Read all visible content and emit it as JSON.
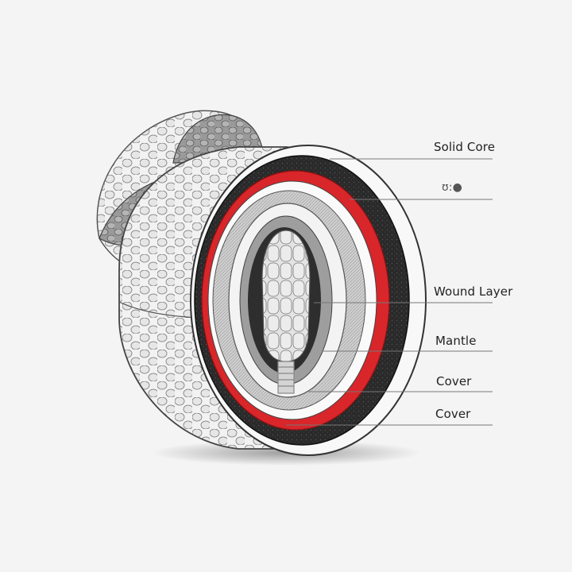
{
  "diagram": {
    "colors": {
      "background": "#f4f4f4",
      "red_layer": "#d8262a",
      "dark_layer": "#2a2a2a",
      "leader_line": "#777777"
    },
    "labels": [
      {
        "id": "solid-core",
        "text": "Solid Core"
      },
      {
        "id": "symbol",
        "text": "ʊ:●"
      },
      {
        "id": "wound-layer",
        "text": "Wound Layer"
      },
      {
        "id": "mantle",
        "text": "Mantle"
      },
      {
        "id": "cover-1",
        "text": "Cover"
      },
      {
        "id": "cover-2",
        "text": "Cover"
      }
    ]
  }
}
